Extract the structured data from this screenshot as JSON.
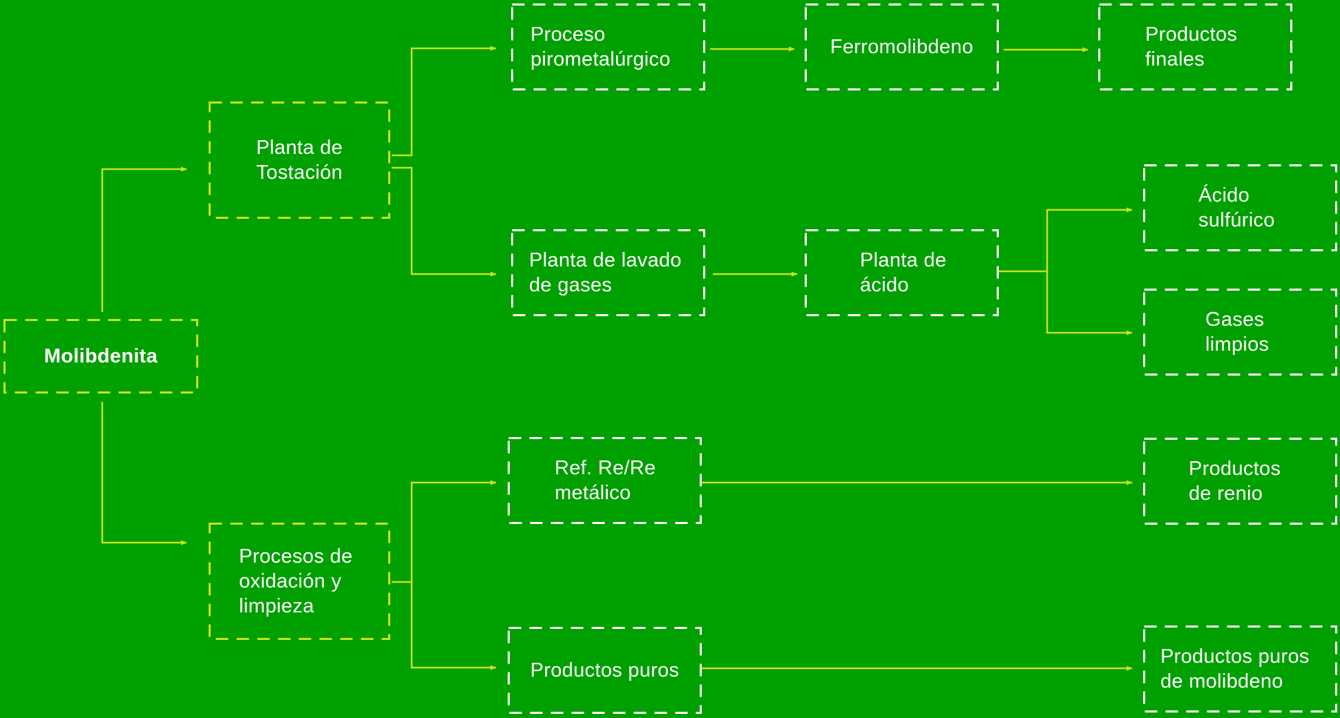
{
  "colors": {
    "background": "#00a000",
    "accent": "#c8e21e",
    "box_border": "#ffffff",
    "text": "#ffffff"
  },
  "nodes": {
    "molibdenita": "Molibdenita",
    "planta_tostacion": "Planta de\nTostación",
    "procesos_oxidacion": "Procesos de\noxidación y\nlimpieza",
    "proceso_pirometalurgico": "Proceso\npirometalúrgico",
    "planta_lavado": "Planta de lavado\nde gases",
    "ref_re": "Ref. Re/Re\nmetálico",
    "productos_puros": "Productos puros",
    "ferromolibdeno": "Ferromolibdeno",
    "planta_acido": "Planta de\nácido",
    "productos_finales": "Productos\nfinales",
    "acido_sulfurico": "Ácido\nsulfúrico",
    "gases_limpios": "Gases\nlimpios",
    "productos_renio": "Productos\nde renio",
    "productos_molibdeno": "Productos puros\nde molibdeno"
  }
}
